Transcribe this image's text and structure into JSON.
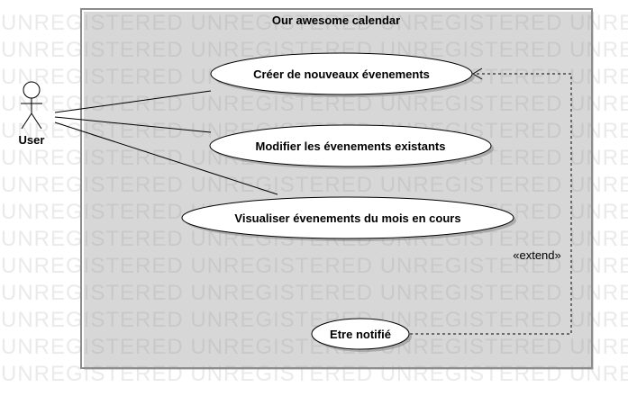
{
  "watermark": "UNREGISTERED",
  "system": {
    "title": "Our awesome calendar"
  },
  "actor": {
    "name": "User"
  },
  "use_cases": [
    {
      "label": "Créer de nouveaux évenements"
    },
    {
      "label": "Modifier les évenements existants"
    },
    {
      "label": "Visualiser évenements du mois en cours"
    },
    {
      "label": "Etre notifié"
    }
  ],
  "relations": {
    "extend_label": "«extend»"
  },
  "colors": {
    "stroke": "#000000",
    "frame": "#8c8c8c",
    "watermark": "#eaeaea",
    "fill": "#ffffff"
  }
}
